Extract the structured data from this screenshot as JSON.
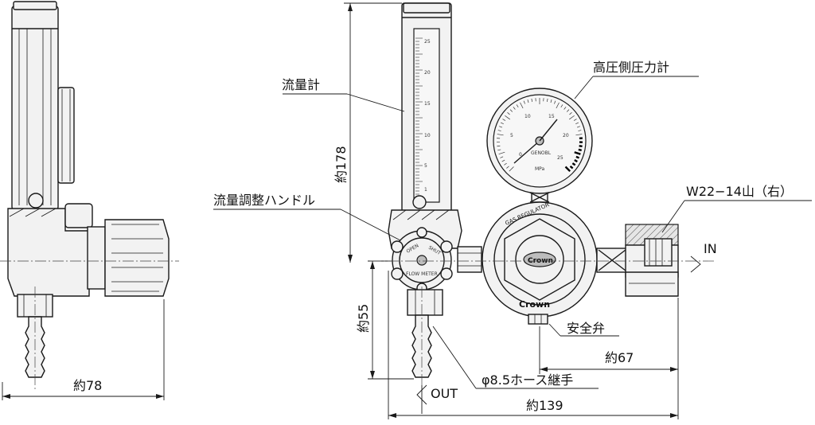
{
  "labels": {
    "flowmeter": "流量計",
    "flow_handle": "流量調整ハンドル",
    "high_pressure_gauge": "高圧側圧力計",
    "inlet_thread": "W22−14山（右）",
    "inlet": "IN",
    "safety_valve": "安全弁",
    "hose_fitting": "φ8.5ホース継手",
    "outlet": "OUT"
  },
  "dimensions": {
    "side_width": "約78",
    "height": "約178",
    "outlet_height": "約55",
    "width_67": "約67",
    "width_139": "約139"
  },
  "knob_text": {
    "open": "OPEN",
    "shut": "SHUT",
    "flow_meter": "FLOW METER"
  },
  "regulator_text": {
    "gas_regulator": "GAS REGULATOR",
    "brand": "Crown",
    "brand_badge": "Crown"
  },
  "gauge": {
    "scale": [
      "0",
      "5",
      "10",
      "15",
      "20",
      "25"
    ],
    "brand": "GENOBL",
    "unit": "MPa"
  },
  "flow_scale": [
    "1",
    "5",
    "10",
    "15",
    "20",
    "25"
  ]
}
